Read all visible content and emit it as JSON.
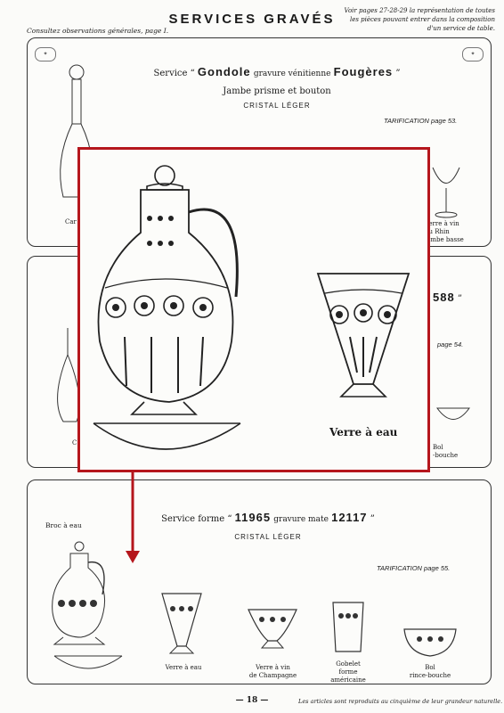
{
  "header": {
    "note_left": "Consultez observations générales, page I.",
    "title": "SERVICES GRAVÉS",
    "note_right_1": "Voir pages 27-28-29 la représentation de toutes",
    "note_right_2": "les pièces pouvant entrer dans la composition",
    "note_right_3": "d'un service de table."
  },
  "panel1": {
    "service_prefix": "Service “",
    "name1": "Gondole",
    "middle": "gravure vénitienne",
    "name2": "Fougères",
    "suffix": "”",
    "line2": "Jambe prisme et bouton",
    "line3": "CRISTAL LÉGER",
    "tarif": "TARIFICATION page 53.",
    "cap_left": "Car",
    "cap_right_1": "Verre à vin",
    "cap_right_2": "du Rhin",
    "cap_right_3": "jambe basse"
  },
  "panel2": {
    "fragment_name": "588",
    "suffix": "”",
    "tarif": "page 54.",
    "cap_left": "C",
    "cap_right_1": "Bol",
    "cap_right_2": "-bouche"
  },
  "panel3": {
    "service_prefix": "Service forme “",
    "name1": "11965",
    "middle": "gravure mate",
    "name2": "12117",
    "suffix": "”",
    "line3": "CRISTAL LÉGER",
    "tarif": "TARIFICATION page 55.",
    "label_broc": "Broc à eau",
    "captions": [
      [
        "Verre à eau"
      ],
      [
        "Verre à vin",
        "de Champagne"
      ],
      [
        "Gobelet",
        "forme",
        "américaine"
      ],
      [
        "Bol",
        "rince-bouche"
      ]
    ]
  },
  "zoom": {
    "caption": "Verre à eau"
  },
  "footer": {
    "page": "— 18 —",
    "note": "Les articles sont reproduits au cinquième de leur grandeur naturelle."
  },
  "colors": {
    "highlight": "#b5161c",
    "ink": "#1a1a1a"
  },
  "stamps": [
    "LOGO",
    "LOGO"
  ]
}
